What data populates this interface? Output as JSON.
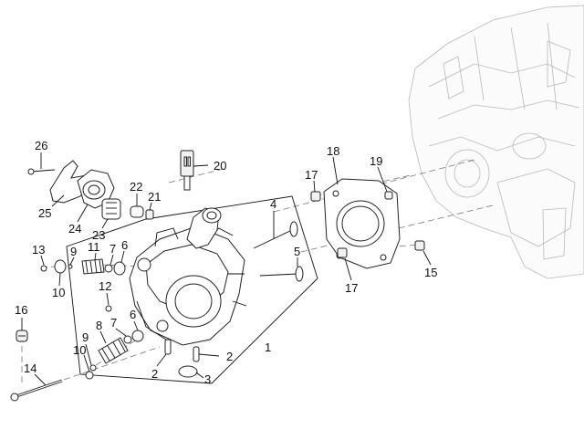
{
  "diagram": {
    "callouts": [
      {
        "text": "26"
      },
      {
        "text": "20"
      },
      {
        "text": "18"
      },
      {
        "text": "17"
      },
      {
        "text": "19"
      },
      {
        "text": "22"
      },
      {
        "text": "21"
      },
      {
        "text": "25"
      },
      {
        "text": "24"
      },
      {
        "text": "23"
      },
      {
        "text": "4"
      },
      {
        "text": "13"
      },
      {
        "text": "9"
      },
      {
        "text": "11"
      },
      {
        "text": "7"
      },
      {
        "text": "6"
      },
      {
        "text": "5"
      },
      {
        "text": "10"
      },
      {
        "text": "12"
      },
      {
        "text": "17"
      },
      {
        "text": "15"
      },
      {
        "text": "16"
      },
      {
        "text": "9"
      },
      {
        "text": "8"
      },
      {
        "text": "7"
      },
      {
        "text": "6"
      },
      {
        "text": "1"
      },
      {
        "text": "10"
      },
      {
        "text": "14"
      },
      {
        "text": "2"
      },
      {
        "text": "2"
      },
      {
        "text": "3"
      }
    ]
  }
}
